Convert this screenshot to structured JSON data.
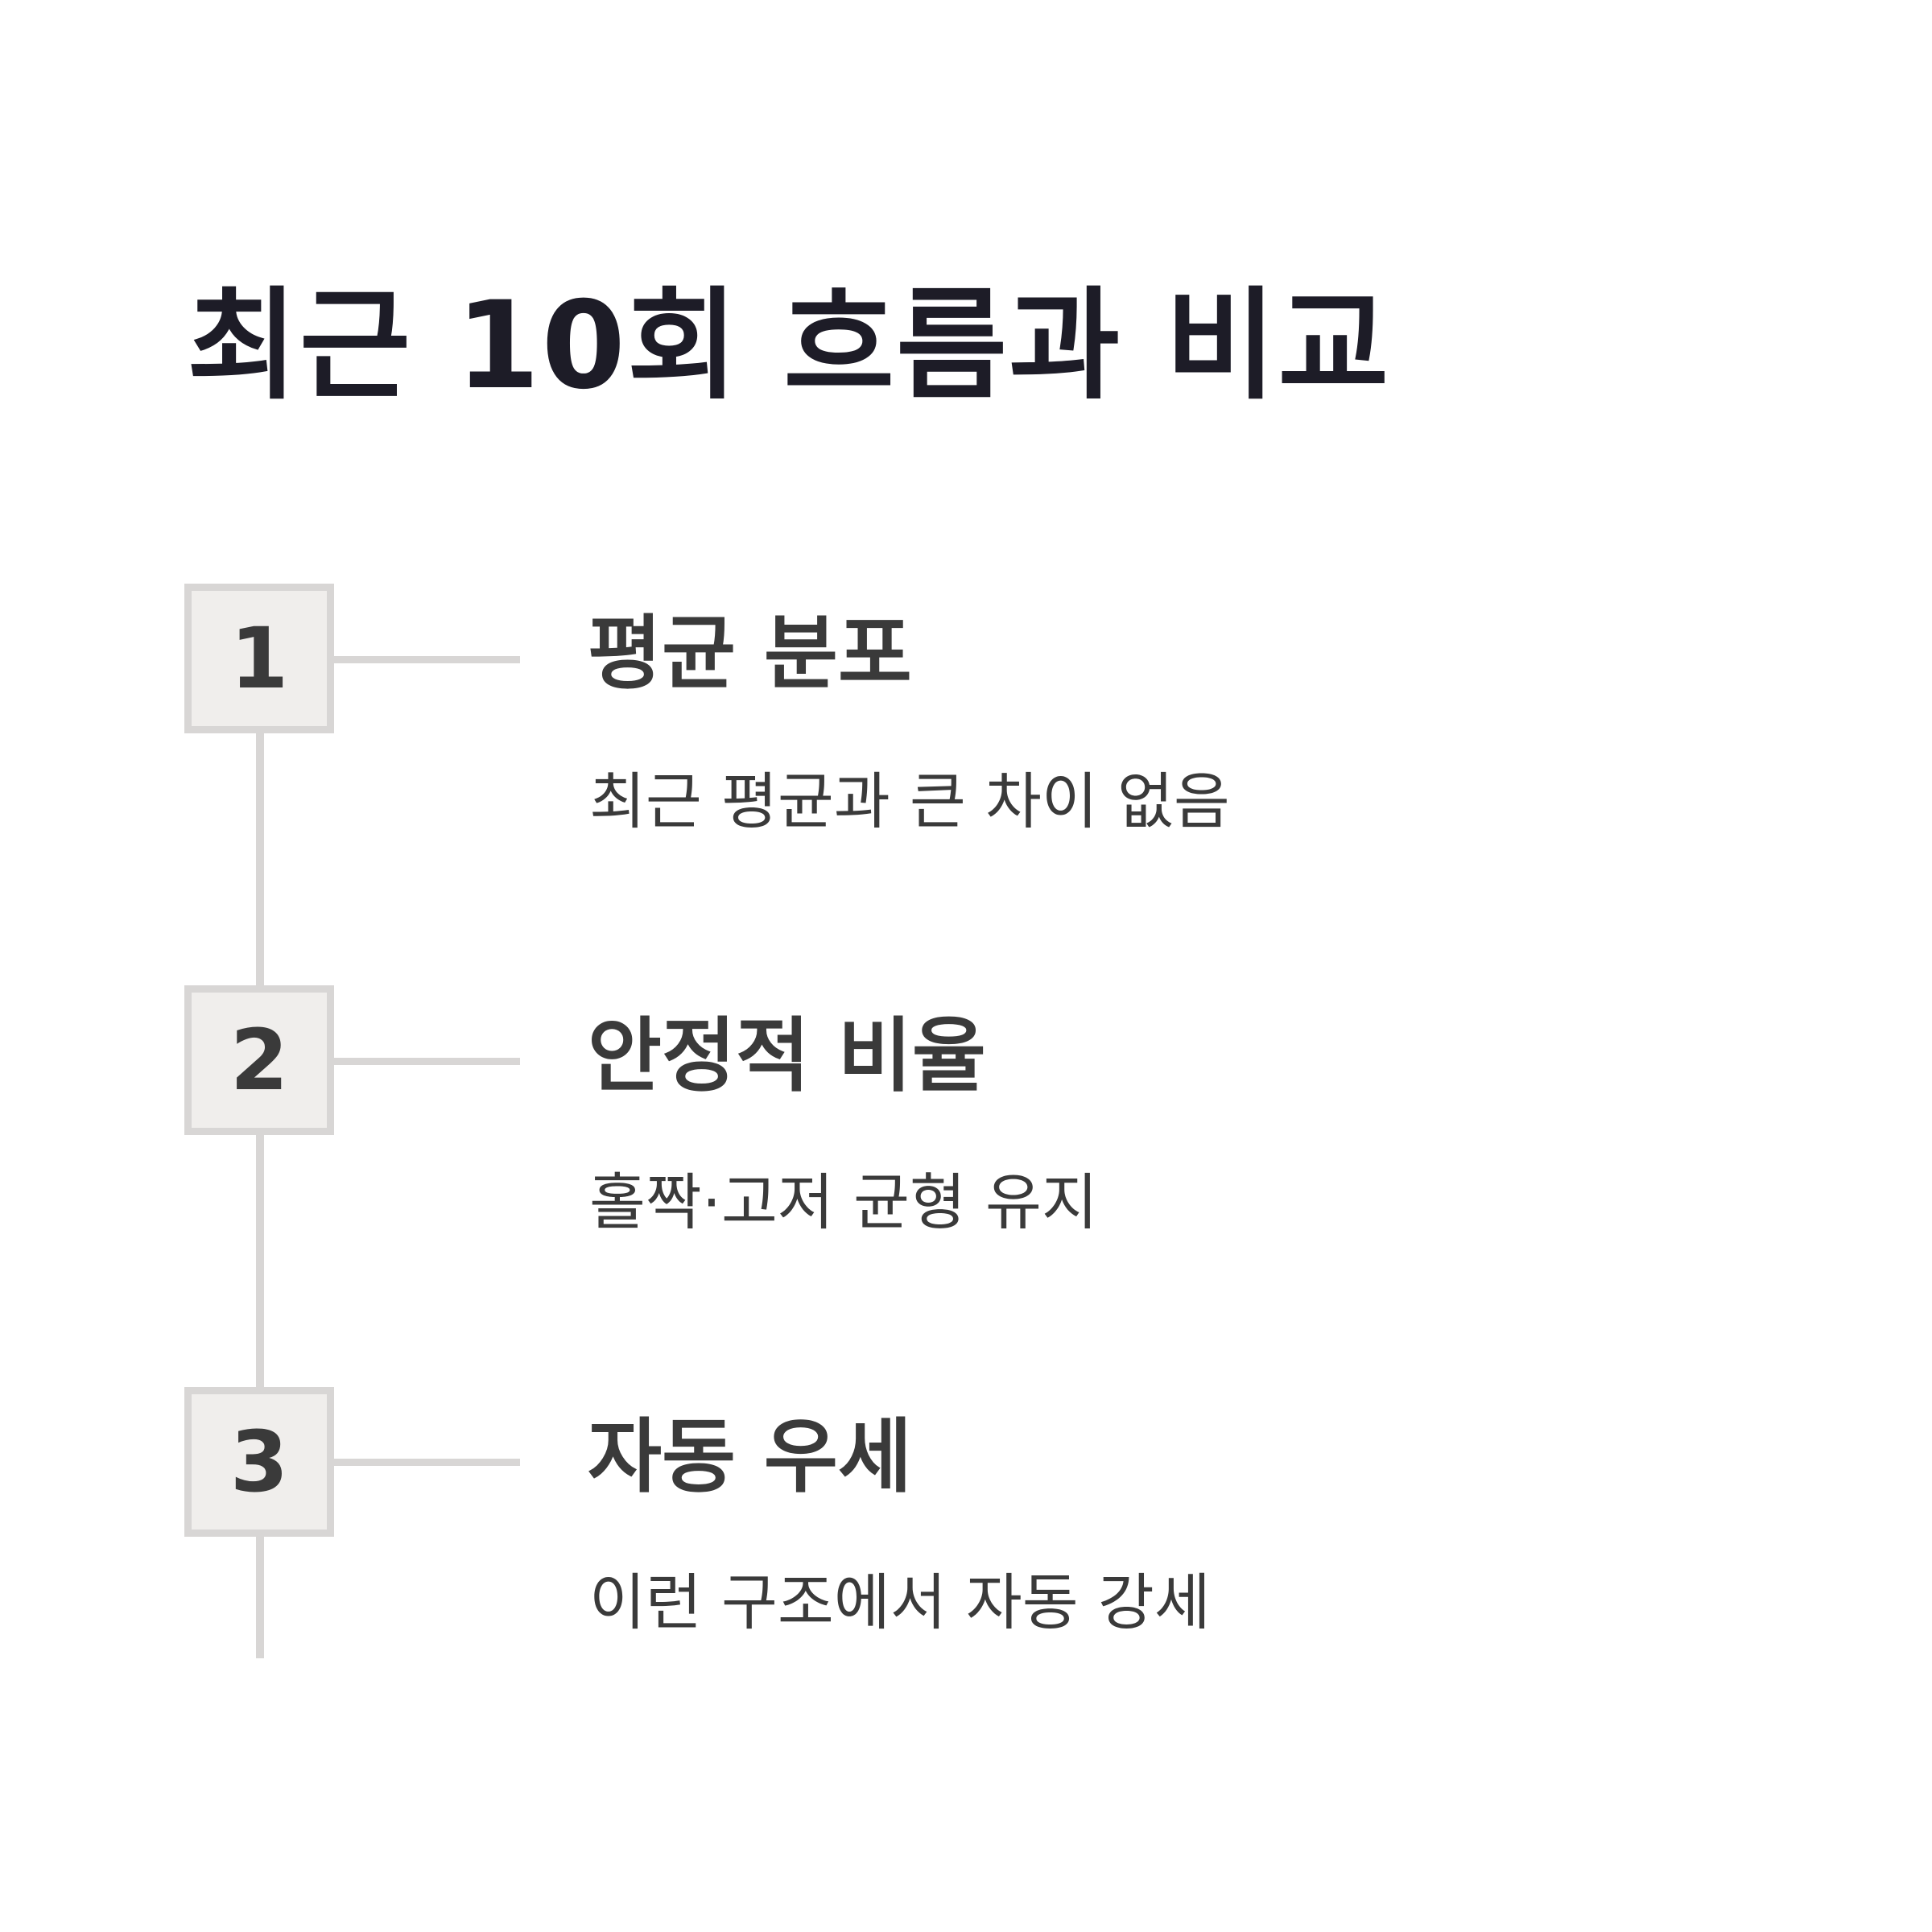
{
  "title": "최근 10회 흐름과 비교",
  "steps": [
    {
      "number": "1",
      "title": "평균 분포",
      "description": "최근 평균과 큰 차이 없음"
    },
    {
      "number": "2",
      "title": "안정적 비율",
      "description": "홀짝·고저 균형 유지"
    },
    {
      "number": "3",
      "title": "자동 우세",
      "description": "이런 구조에서 자동 강세"
    }
  ],
  "colors": {
    "title": "#1d1c27",
    "text": "#3a3a3a",
    "badge_fill": "#f0eeec",
    "line": "#d8d6d5",
    "background": "#ffffff"
  }
}
